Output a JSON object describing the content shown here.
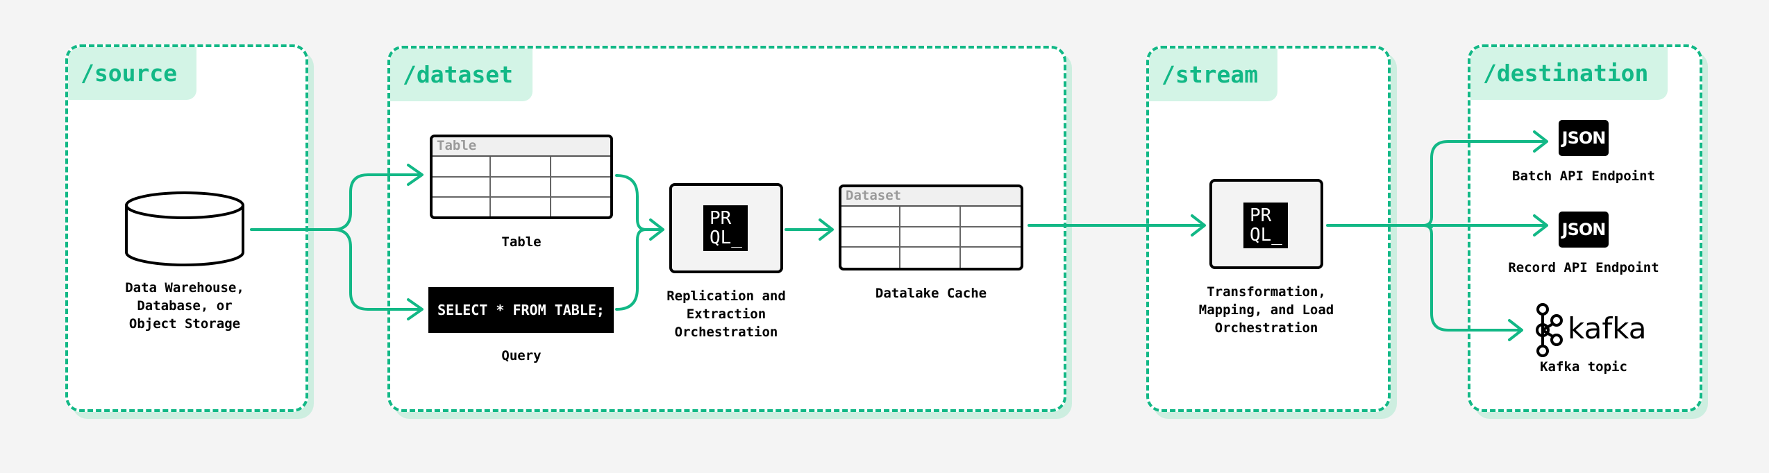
{
  "colors": {
    "accent": "#12b886",
    "tab_bg": "#d3f4e6",
    "shadow": "#cdeee0",
    "background": "#f4f4f4"
  },
  "panels": {
    "source": {
      "title": "/source"
    },
    "dataset": {
      "title": "/dataset"
    },
    "stream": {
      "title": "/stream"
    },
    "destination": {
      "title": "/destination"
    }
  },
  "nodes": {
    "warehouse": {
      "icon": "database-cylinder-icon",
      "label": "Data Warehouse,\nDatabase, or\nObject Storage"
    },
    "table": {
      "header": "Table",
      "label": "Table"
    },
    "query": {
      "code": "SELECT * FROM TABLE;",
      "label": "Query"
    },
    "replication": {
      "logo": "PR\nQL_",
      "label": "Replication and\nExtraction\nOrchestration"
    },
    "cache": {
      "header": "Dataset",
      "label": "Datalake Cache"
    },
    "transformation": {
      "logo": "PR\nQL_",
      "label": "Transformation,\nMapping, and Load\nOrchestration"
    },
    "batch_api": {
      "icon_text": "JSON",
      "label": "Batch API Endpoint"
    },
    "record_api": {
      "icon_text": "JSON",
      "label": "Record API Endpoint"
    },
    "kafka": {
      "icon_text": "kafka",
      "label": "Kafka topic"
    }
  }
}
